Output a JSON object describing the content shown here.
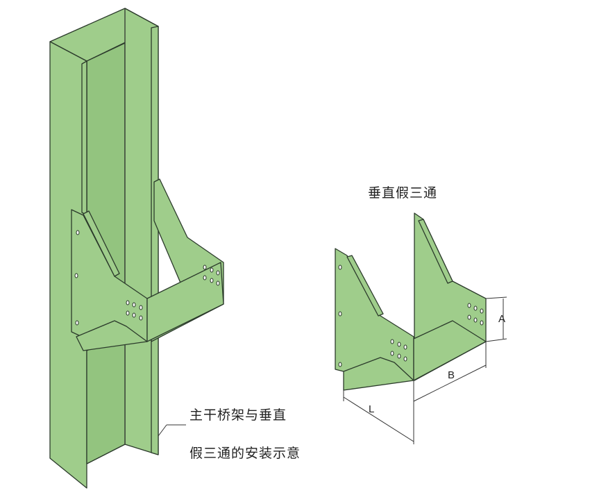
{
  "title": "垂直假三通",
  "caption_line1": "主干桥架与垂直",
  "caption_line2": "假三通的安装示意",
  "dimensions": {
    "a": "A",
    "b": "B",
    "l": "L"
  },
  "colors": {
    "part_fill": "#9fcd8b",
    "outline": "#2b3a2b"
  }
}
